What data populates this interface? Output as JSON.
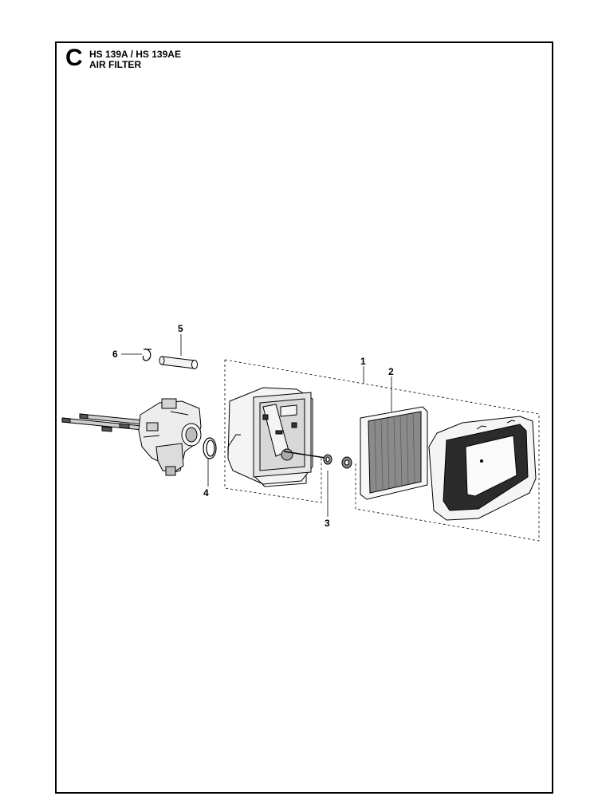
{
  "header": {
    "section_letter": "C",
    "model": "HS 139A / HS 139AE",
    "section_title": "AIR FILTER"
  },
  "callouts": [
    {
      "id": "1",
      "label": "1"
    },
    {
      "id": "2",
      "label": "2"
    },
    {
      "id": "3",
      "label": "3"
    },
    {
      "id": "4",
      "label": "4"
    },
    {
      "id": "5",
      "label": "5"
    },
    {
      "id": "6",
      "label": "6"
    }
  ],
  "colors": {
    "ink": "#000000",
    "part_fill": "#f2f2f2",
    "part_dark": "#9a9a9a",
    "element_pleat": "#7a7a7a"
  }
}
